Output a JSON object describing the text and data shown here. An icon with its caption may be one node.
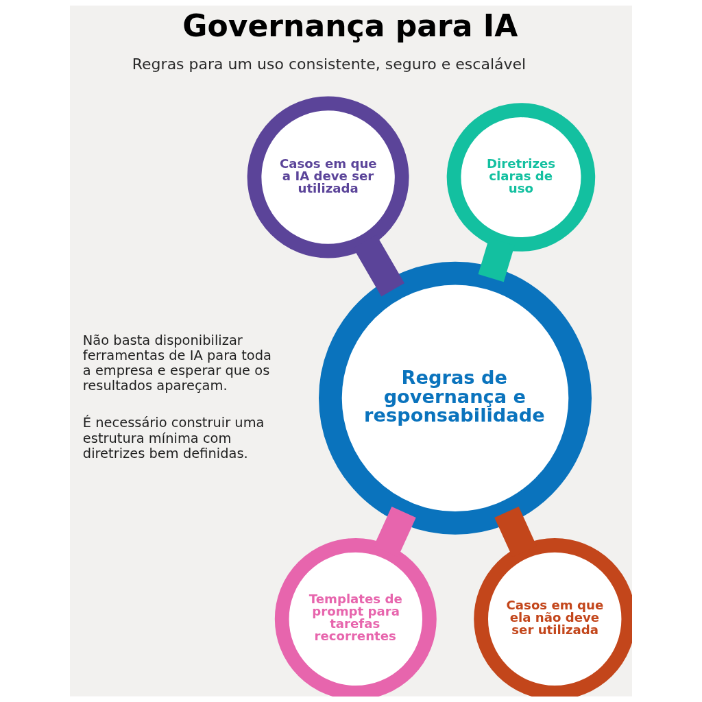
{
  "diagram": {
    "title": "Governança para IA",
    "nodes": [
      {
        "text": [
          "Casos em que a IA deve ser utilizada"
        ]
      },
      {
        "text": [
          "Diretrizes claras de uso"
        ]
      },
      {
        "text": [
          "Regras de governança e responsabilidade"
        ]
      },
      {
        "text": [
          "Casos em que ela não deve ser utilizada"
        ]
      },
      {
        "text": [
          "Templates de prompt para tarefas recorrentes"
        ]
      }
    ],
    "edges": [
      {
        "from": 0,
        "to": 2,
        "arrow": "none",
        "color": "#5b4499"
      },
      {
        "from": 1,
        "to": 2,
        "arrow": "none",
        "color": "#13c0a0"
      },
      {
        "from": 2,
        "to": 3,
        "arrow": "none",
        "color": "#c3461b"
      },
      {
        "from": 2,
        "to": 4,
        "arrow": "none",
        "color": "#e765ad"
      }
    ],
    "labels": [
      "Regras para um uso consistente, seguro e escalável",
      "Não basta disponibilizar ferramentas de IA para toda a empresa e esperar que os resultados apareçam.",
      "É necessário construir uma estrutura mínima com diretrizes bem definidas."
    ]
  }
}
